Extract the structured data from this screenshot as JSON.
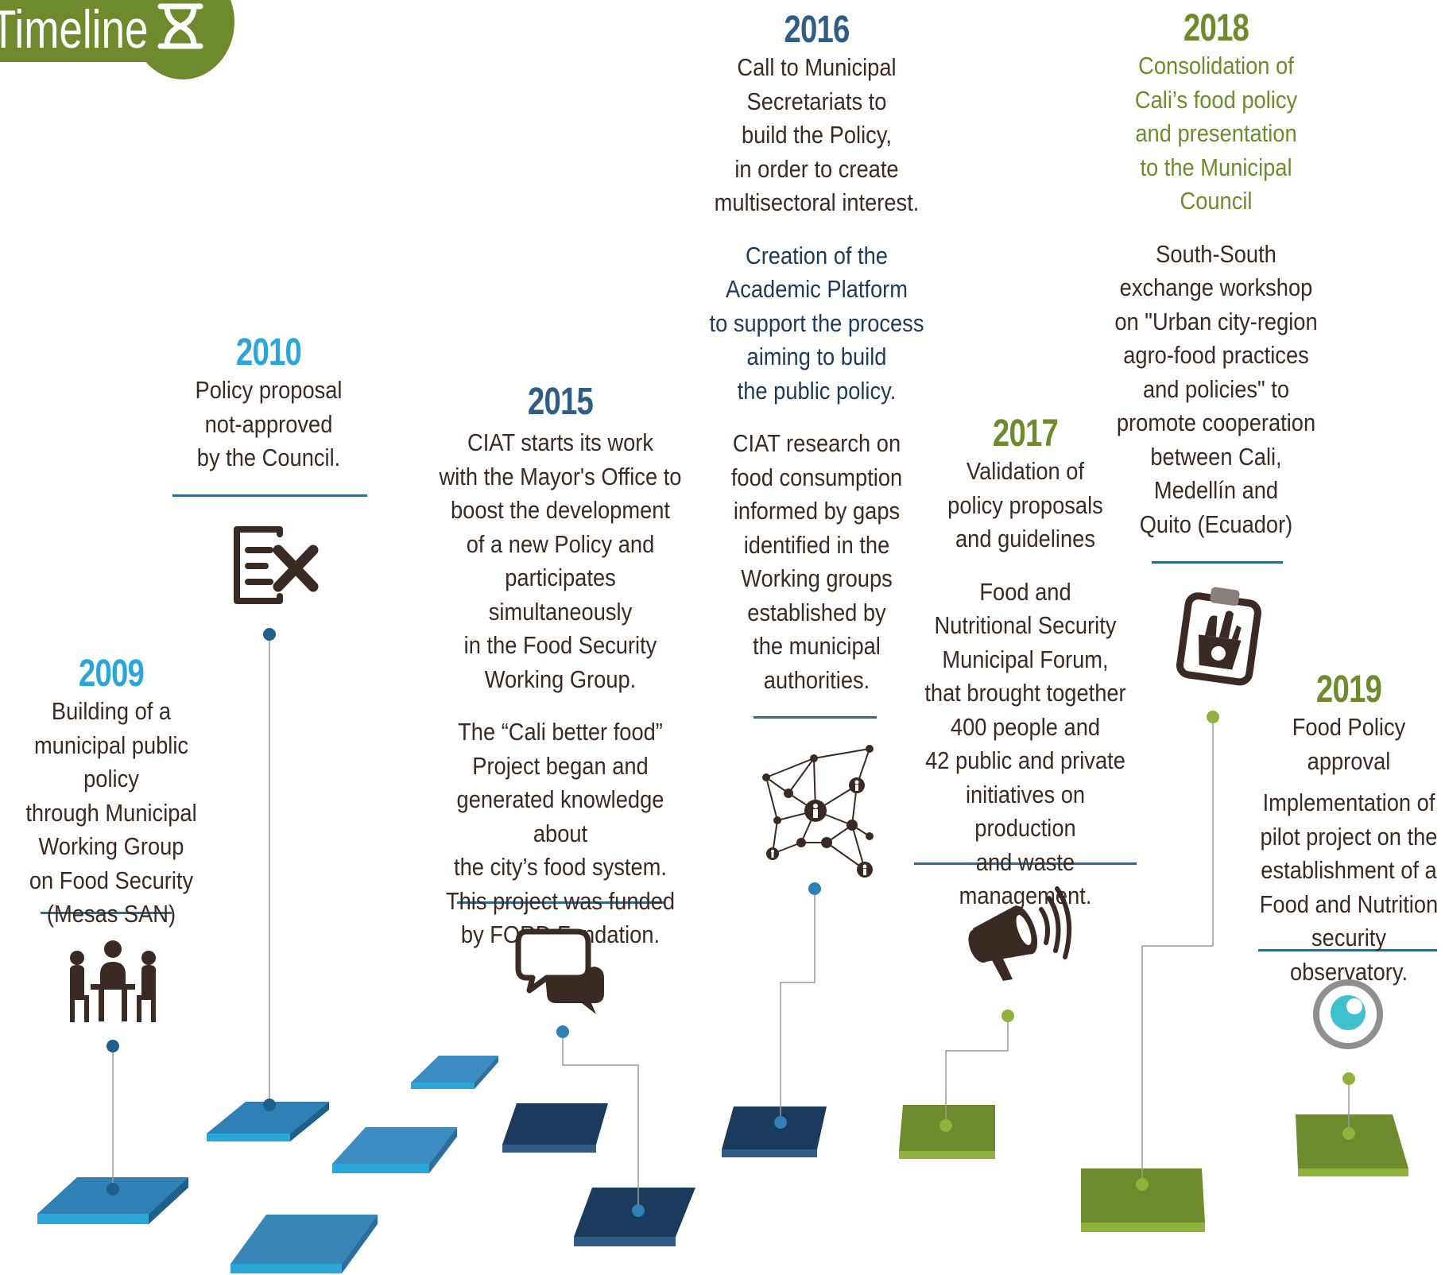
{
  "header": {
    "title": "Timeline"
  },
  "colors": {
    "green": "#6e8a2c",
    "light_blue": "#2aa7d8",
    "dark_blue": "#2f5d86",
    "navy": "#1c3a5c",
    "brown": "#3b2a23",
    "rule": "#2f6b8f"
  },
  "events": [
    {
      "year": "2009",
      "texts": [
        "Building of a\nmunicipal public policy\nthrough Municipal\nWorking Group\non Food Security\n(Mesas SAN)"
      ],
      "icon": "meeting-people-icon"
    },
    {
      "year": "2010",
      "texts": [
        "Policy proposal\nnot-approved\nby the Council."
      ],
      "icon": "rejected-document-icon"
    },
    {
      "year": "2015",
      "texts": [
        "CIAT starts its work\nwith the Mayor's Office to\nboost the development\nof a new Policy and\nparticipates simultaneously\nin the Food Security\nWorking Group.",
        "The “Cali better food”\nProject began and\ngenerated knowledge about\nthe city’s food system.\nThis project was funded\nby FORD Fundation."
      ],
      "icon": "chat-bubbles-icon"
    },
    {
      "year": "2016",
      "texts": [
        "Call to Municipal\nSecretariats to\nbuild the Policy,\nin order to create\nmultisectoral interest.",
        "Creation of the\nAcademic Platform\nto support the process\naiming to build\nthe public policy.",
        "CIAT research on\nfood consumption\ninformed by gaps\nidentified in the\nWorking groups\nestablished by\nthe municipal\nauthorities."
      ],
      "icon": "people-network-icon"
    },
    {
      "year": "2017",
      "texts": [
        "Validation of\npolicy proposals\nand guidelines",
        "Food and\nNutritional Security\nMunicipal Forum,\nthat brought together\n400 people and\n42 public and private\ninitiatives on production\nand waste management."
      ],
      "icon": "megaphone-icon"
    },
    {
      "year": "2018",
      "texts": [
        "Consolidation of\nCali’s food policy\nand presentation\nto the Municipal\nCouncil",
        "South-South\nexchange workshop\non \"Urban city-region\nagro-food practices\nand policies\" to\npromote cooperation\nbetween Cali,\nMedellín and\nQuito (Ecuador)"
      ],
      "icon": "food-clipboard-icon"
    },
    {
      "year": "2019",
      "texts": [
        "Food Policy approval",
        "Implementation of\npilot project on the\nestablishment of a\nFood and Nutrition\nsecurity observatory."
      ],
      "icon": "eye-observatory-icon"
    }
  ]
}
